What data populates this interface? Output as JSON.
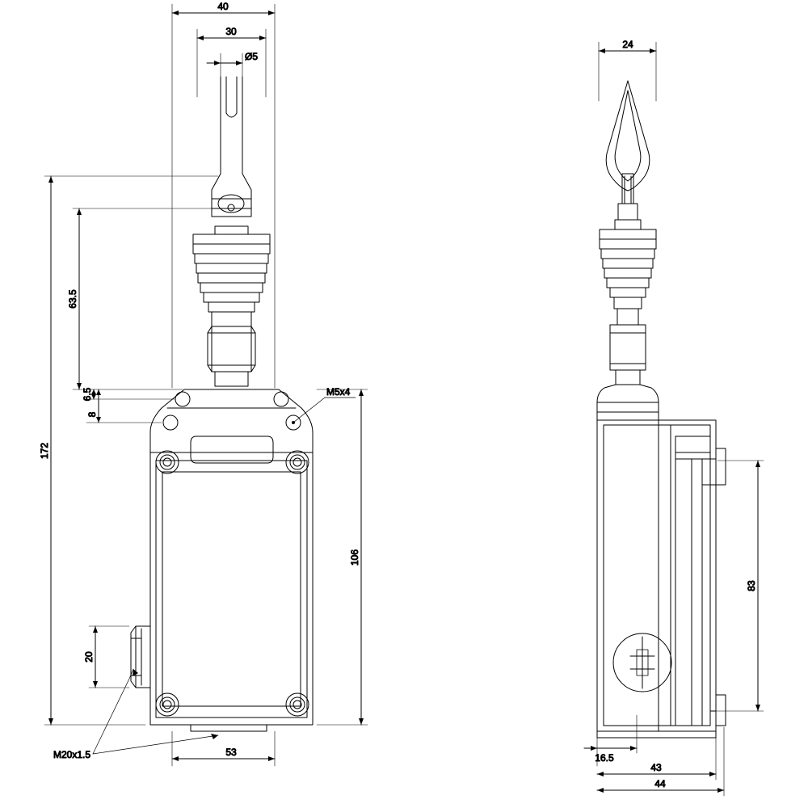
{
  "drawing": {
    "title": "Position switch technical dimension drawing",
    "units": "mm",
    "line_color": "#000000",
    "background": "#ffffff",
    "views": [
      {
        "name": "front-view",
        "label": ""
      },
      {
        "name": "side-view",
        "label": ""
      }
    ]
  },
  "dimensions": {
    "front": {
      "top_width_outer": "40",
      "top_width_inner": "30",
      "rod_diameter": "Ø5",
      "overall_height": "172",
      "actuator_height": "63.5",
      "mount_offset_small": "6.5",
      "mount_offset": "8",
      "body_height": "106",
      "cable_entry_height": "20",
      "body_width": "53",
      "screw_thread": "M5x4",
      "cable_thread": "M20x1.5"
    },
    "side": {
      "actuator_width": "24",
      "body_depth_front": "16.5",
      "body_depth_mid": "43",
      "body_depth_total": "44",
      "body_height_side": "83"
    }
  }
}
